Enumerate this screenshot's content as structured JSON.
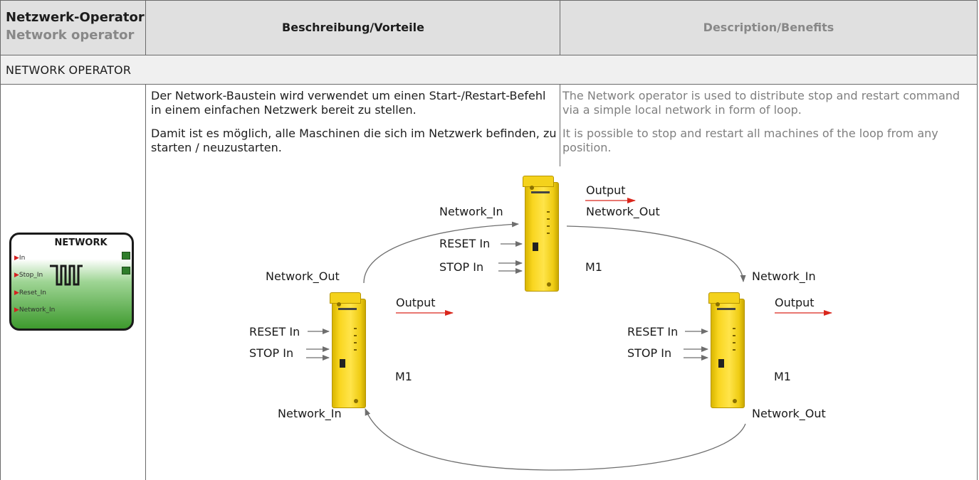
{
  "header": {
    "title_de": "Netzwerk-Operator",
    "title_en": "Network operator",
    "desc_de": "Beschreibung/Vorteile",
    "desc_en": "Description/Benefits"
  },
  "section": {
    "label": "NETWORK OPERATOR"
  },
  "text_de": {
    "p1": "Der Network-Baustein wird verwendet um einen Start-/Restart-Befehl in einem einfachen Netzwerk bereit zu stellen.",
    "p2": "Damit ist es möglich, alle Maschinen die sich im Netzwerk befinden, zu starten / neuzustarten."
  },
  "text_en": {
    "p1": "The Network operator is used to distribute stop and restart command via a simple local network in form of loop.",
    "p2": "It is possible to stop and restart all machines of the loop from any position."
  },
  "block": {
    "title": "NETWORK",
    "pins": [
      "In",
      "Stop_In",
      "Reset_In",
      "Network_In"
    ]
  },
  "diagram": {
    "network_in": "Network_In",
    "network_out": "Network_Out",
    "output": "Output",
    "reset_in": "RESET In",
    "stop_in": "STOP In",
    "module": "M1"
  },
  "colors": {
    "output_arrow": "#d9261c",
    "input_arrow": "#6e6e6e",
    "device_yellow": "#ffe44a",
    "block_green": "#3e9a2e"
  }
}
